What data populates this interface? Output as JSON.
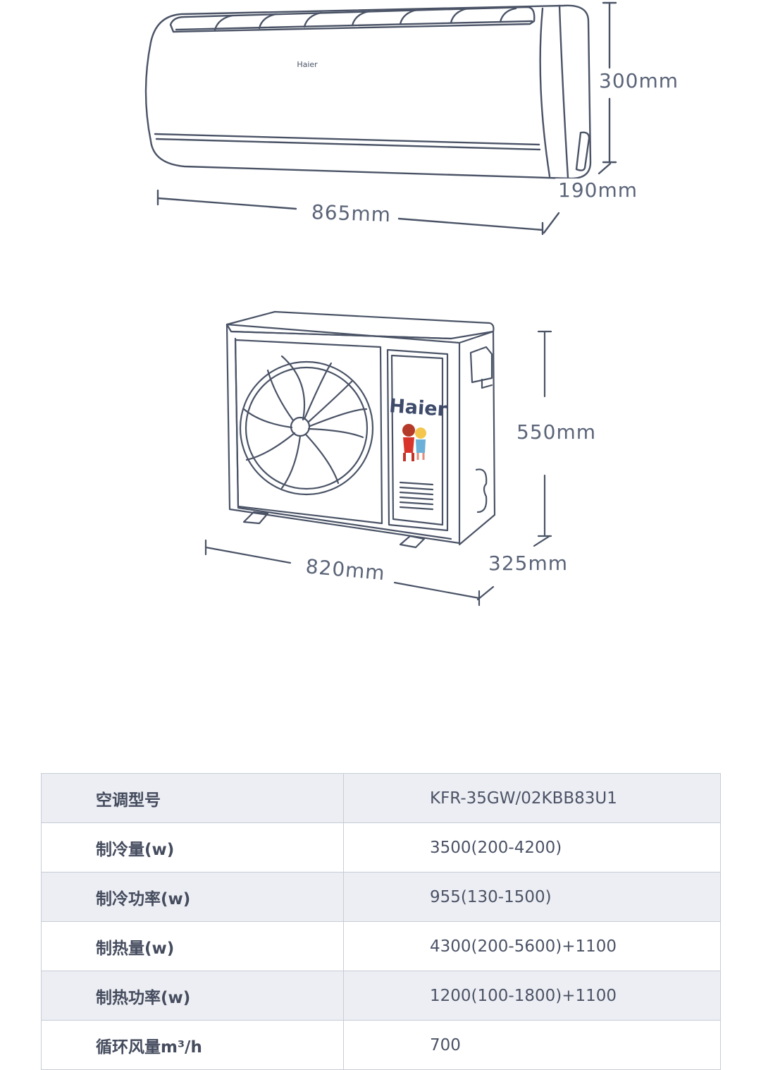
{
  "indoor_unit": {
    "brand": "Haier",
    "dimensions": {
      "height": "300mm",
      "width": "865mm",
      "depth": "190mm"
    }
  },
  "outdoor_unit": {
    "brand": "Haier",
    "dimensions": {
      "height": "550mm",
      "width": "820mm",
      "depth": "325mm"
    }
  },
  "specs": [
    {
      "label": "空调型号",
      "value": "KFR-35GW/02KBB83U1"
    },
    {
      "label": "制冷量(w)",
      "value": "3500(200-4200)"
    },
    {
      "label": "制冷功率(w)",
      "value": "955(130-1500)"
    },
    {
      "label": "制热量(w)",
      "value": "4300(200-5600)+1100"
    },
    {
      "label": "制热功率(w)",
      "value": "1200(100-1800)+1100"
    },
    {
      "label": "循环风量m³/h",
      "value": "700"
    }
  ],
  "colors": {
    "line": "#4a5366",
    "table_border": "#c7ccd6",
    "row_shade": "#eceef3"
  }
}
